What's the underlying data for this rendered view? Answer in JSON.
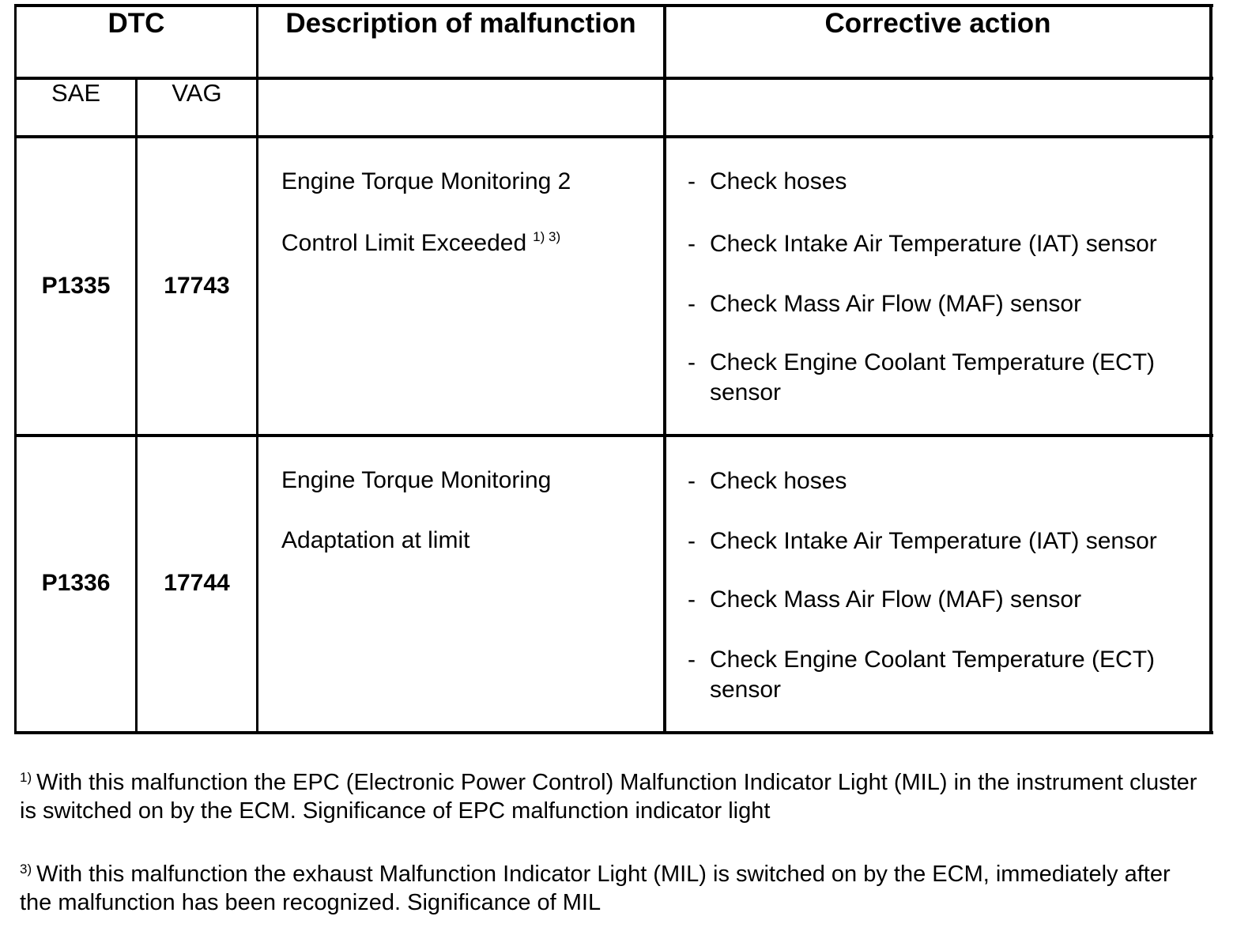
{
  "table": {
    "header": {
      "dtc": "DTC",
      "description": "Description of malfunction",
      "corrective": "Corrective action"
    },
    "subheader": {
      "sae": "SAE",
      "vag": "VAG"
    },
    "rows": [
      {
        "sae": "P1335",
        "vag": "17743",
        "desc_line1": "Engine Torque Monitoring 2",
        "desc_line2": "Control Limit Exceeded",
        "desc_note": "1) 3)",
        "actions": [
          "Check hoses",
          "Check Intake Air Temperature (IAT) sensor",
          "Check Mass Air Flow (MAF) sensor",
          "Check Engine Coolant Temperature (ECT) sensor"
        ]
      },
      {
        "sae": "P1336",
        "vag": "17744",
        "desc_line1": "Engine Torque Monitoring",
        "desc_line2": "Adaptation at limit",
        "desc_note": "",
        "actions": [
          "Check hoses",
          "Check Intake Air Temperature (IAT) sensor",
          "Check Mass Air Flow (MAF) sensor",
          "Check Engine Coolant Temperature (ECT) sensor"
        ]
      }
    ],
    "dash": "-"
  },
  "footnotes": [
    {
      "mark": "1)",
      "text": "With this malfunction the EPC (Electronic Power Control) Malfunction Indicator Light (MIL) in the instrument cluster is switched on by the ECM. Significance of EPC malfunction indicator light"
    },
    {
      "mark": "3)",
      "text": "With this malfunction the exhaust Malfunction Indicator Light (MIL) is switched on by the ECM, immediately after the malfunction has been recognized. Significance of MIL"
    }
  ]
}
